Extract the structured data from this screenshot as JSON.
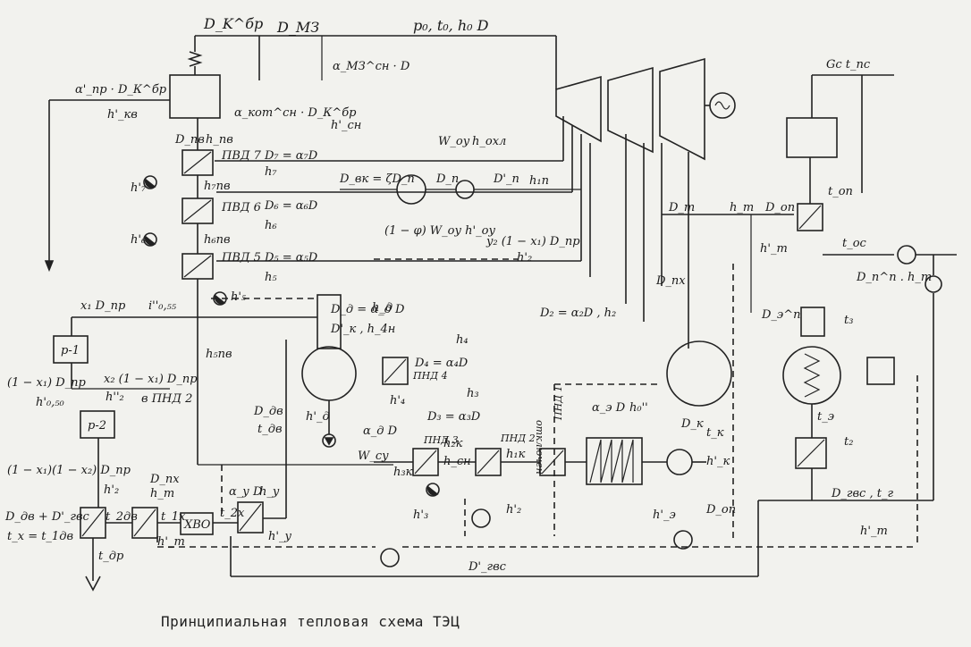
{
  "caption": "Принципиальная тепловая схема ТЭЦ",
  "labels": {
    "dk_br": "D_K^бр",
    "dmz": "D_МЗ",
    "steam_params": "p₀, t₀, h₀  D",
    "alpha_mz": "α_МЗ^сн · D",
    "alpha_pr": "α'_пр · D_К^бр",
    "h_kv": "h'_кв",
    "alpha_kot": "α_кот^сн · D_К^бр",
    "h_sn": "h'_сн",
    "d_pv": "D_пв",
    "h_pv": "h_пв",
    "pvd7": "ПВД 7",
    "d7": "D₇ = α₇D",
    "h7": "h₇",
    "h7_prime": "h'₇",
    "h7pv": "h₇пв",
    "pvd6": "ПВД 6",
    "d6": "D₆ = α₆D",
    "h6": "h₆",
    "h6_prime": "h'₆",
    "h6pv": "h₆пв",
    "pvd5": "ПВД 5",
    "d5": "D₅ = α₅D",
    "h5": "h₅",
    "h5_prime": "h'₅",
    "h5pv": "h₅пв",
    "w_oy": "W_оу",
    "h_ohl": "h_охл",
    "d_vk": "D_вк = ζD_п",
    "d_p": "D_п",
    "d_p_prime": "D'_п",
    "h_1p": "h₁п",
    "phi_woy": "(1 − φ) W_оу   h'_оу",
    "y2": "y₂ (1 − x₁) D_пр",
    "h2_prime_top": "h'₂",
    "d_px": "D_пх",
    "d_t": "D_т",
    "h_t": "h_т",
    "d_op": "D_оп",
    "t_op": "t_оп",
    "gc_tps": "Gc   t_пс",
    "t_os": "t_ос",
    "h_t_prime": "h'_т",
    "dn_ht": "D_п^п . h_т",
    "d_e_pp": "D_э^п",
    "t3": "t₃",
    "t_e": "t_э",
    "t2": "t₂",
    "d_gvs_tg": "D_гвс , t_г",
    "h_t_prime2": "h'_т",
    "x1_dpr": "x₁ D_пр",
    "i_055": "i''₀,₅₅",
    "p1": "р-1",
    "one_minus_x1": "(1 − x₁) D_пр",
    "h_050": "h'₀,₅₀",
    "x2_dpr": "x₂ (1 − x₁) D_пр",
    "h2_pp": "h''₂",
    "v_pnd2": "в ПНД 2",
    "p2": "р-2",
    "expr_x1x2": "(1 − x₁)(1 − x₂) D_пр",
    "h2_p2": "h'₂",
    "d_dv": "D_дв + D'_гвс",
    "tx": "t_x = t_1дв",
    "t_2dv": "t_2дв",
    "t_dr": "t_др",
    "d_pk": "D_пх",
    "h_t_b": "h_т",
    "t_1x": "t_1х",
    "hvo": "ХВО",
    "h_t_b2": "h'_т",
    "t_2x": "t_2х",
    "ay_d": "α_у D",
    "h_y": "h_у",
    "h_y_prime": "h'_у",
    "d_dv2": "D_дв",
    "t_dv": "t_дв",
    "h_d": "h_д",
    "d_d": "D_д = α_д D",
    "d_k_prime": "D'_к , h_4н",
    "h_d_prime": "h'_д",
    "a_d_d": "α_д D",
    "w_sy": "W_су",
    "d4": "D₄ = α₄D",
    "pnd4": "ПНД 4",
    "h4_prime": "h'₄",
    "h4": "h₄",
    "h3": "h₃",
    "d3": "D₃ = α₃D",
    "pnd3": "ПНД 3",
    "h2k": "h₂к",
    "pnd2": "ПНД 2",
    "h1k": "h₁к",
    "pnd1": "ПНД 1",
    "otkl": "отключен",
    "h3k": "h₃к",
    "h_sn2": "h_сн",
    "h3_prime": "h'₃",
    "h2_prime_b": "h'₂",
    "d2_line": "D₂ = α₂D ,  h₂",
    "a_e_d": "α_э D",
    "h0_pp": "h₀''",
    "d_k": "D_к",
    "t_k": "t_к",
    "h_k_prime": "h'_к",
    "h_e_prime": "h'_э",
    "d_op2": "D_оп",
    "d_gvs_prime": "D'_гвс"
  }
}
